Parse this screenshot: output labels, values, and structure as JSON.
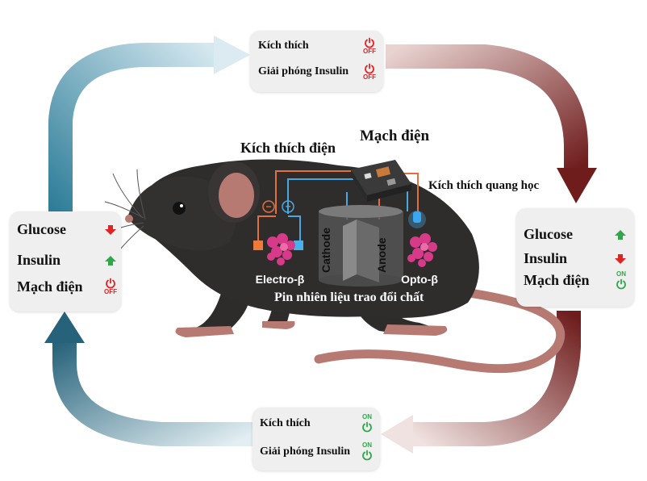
{
  "top_box": {
    "stimulation": "Kích thích",
    "insulin_release": "Giải phóng Insulin",
    "state": "OFF"
  },
  "bottom_box": {
    "stimulation": "Kích thích",
    "insulin_release": "Giải phóng Insulin",
    "state": "ON"
  },
  "left_box": {
    "glucose": "Glucose",
    "insulin": "Insulin",
    "circuit": "Mạch điện",
    "circuit_state": "OFF",
    "glucose_trend": "down",
    "insulin_trend": "up"
  },
  "right_box": {
    "glucose": "Glucose",
    "insulin": "Insulin",
    "circuit": "Mạch điện",
    "circuit_state": "ON",
    "glucose_trend": "up",
    "insulin_trend": "down"
  },
  "labels": {
    "electric_stimulation": "Kích thích điện",
    "circuit": "Mạch điện",
    "optical_stimulation": "Kích thích quang học",
    "electro_beta": "Electro-β",
    "opto_beta": "Opto-β",
    "cathode": "Cathode",
    "anode": "Anode",
    "fuel_cell": "Pin nhiên liệu trao đổi chất",
    "minus": "−",
    "plus": "+"
  },
  "colors": {
    "up_arrow": "#2ea84a",
    "down_arrow": "#e02424",
    "cycle_blue": "#3a8aa6",
    "cycle_red": "#7a2222"
  }
}
